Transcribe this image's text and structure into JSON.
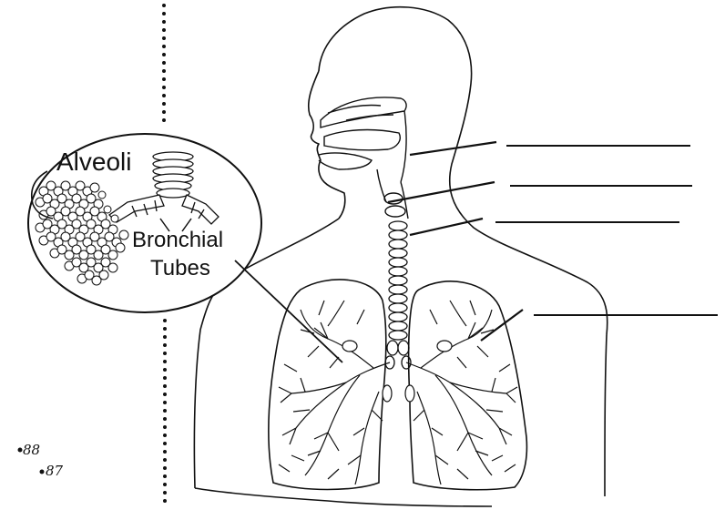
{
  "inset": {
    "alveoli_label": "Alveoli",
    "bronchial_label_line1": "Bronchial",
    "bronchial_label_line2": "Tubes"
  },
  "answer_blanks": [
    {
      "id": "blank-1",
      "value": ""
    },
    {
      "id": "blank-2",
      "value": ""
    },
    {
      "id": "blank-3",
      "value": ""
    },
    {
      "id": "blank-4",
      "value": ""
    }
  ],
  "margin_notes": {
    "page_number_1": "88",
    "page_number_2": "87"
  },
  "colors": {
    "ink": "#111111",
    "paper": "#ffffff"
  }
}
